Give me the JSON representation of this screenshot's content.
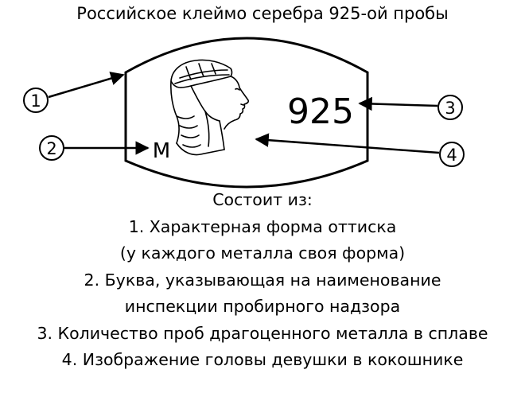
{
  "title": "Российское клеймо серебра 925-ой пробы",
  "stamp": {
    "fineness": "925",
    "letter": "М",
    "portrait_icon": "kokoshnik-head-icon"
  },
  "callouts": [
    {
      "number": "1",
      "target": "stamp-outline"
    },
    {
      "number": "2",
      "target": "inspection-letter"
    },
    {
      "number": "3",
      "target": "fineness-number"
    },
    {
      "number": "4",
      "target": "portrait"
    }
  ],
  "legend": {
    "heading": "Состоит из:",
    "lines": [
      "1. Характерная форма оттиска",
      "(у каждого металла своя форма)",
      "2. Буква, указывающая на наименование",
      "инспекции пробирного надзора",
      "3. Количество проб драгоценного металла в сплаве",
      "4. Изображение головы девушки в кокошнике"
    ]
  },
  "colors": {
    "stroke": "#000000",
    "background": "#ffffff"
  }
}
